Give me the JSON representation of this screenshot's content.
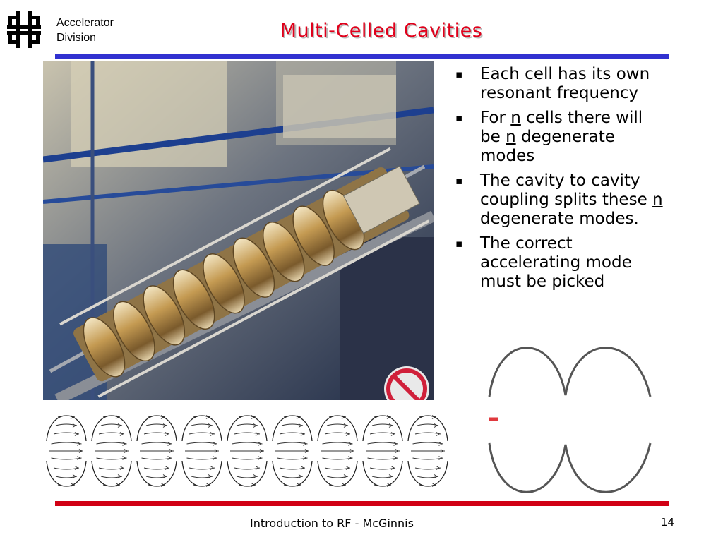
{
  "header": {
    "org_line1": "Accelerator",
    "org_line2": "Division",
    "logo_icon": "fermilab-logo-icon"
  },
  "slide": {
    "title": "Multi-Celled Cavities",
    "bullets": [
      {
        "parts": [
          {
            "t": "Each cell has its own resonant frequency",
            "u": false
          }
        ]
      },
      {
        "parts": [
          {
            "t": "For ",
            "u": false
          },
          {
            "t": "n",
            "u": true
          },
          {
            "t": " cells there will be ",
            "u": false
          },
          {
            "t": "n",
            "u": true
          },
          {
            "t": " degenerate modes",
            "u": false
          }
        ]
      },
      {
        "parts": [
          {
            "t": "The cavity to cavity coupling splits these ",
            "u": false
          },
          {
            "t": "n",
            "u": true
          },
          {
            "t": " degenerate modes.",
            "u": false
          }
        ]
      },
      {
        "parts": [
          {
            "t": "The correct accelerating mode must be picked",
            "u": false
          }
        ]
      }
    ],
    "bullet_glyph": "▪"
  },
  "figures": {
    "photo_icon": "superconducting-cavity-photo",
    "field_lines_icon": "cavity-field-lines-diagram",
    "cell_count": 9,
    "waveform_icon": "cavity-cell-profile-diagram"
  },
  "footer": {
    "text": "Introduction to RF - McGinnis",
    "page_number": "14"
  },
  "colors": {
    "title": "#e0001b",
    "top_rule": "#3131d0",
    "bottom_rule": "#d10014"
  }
}
